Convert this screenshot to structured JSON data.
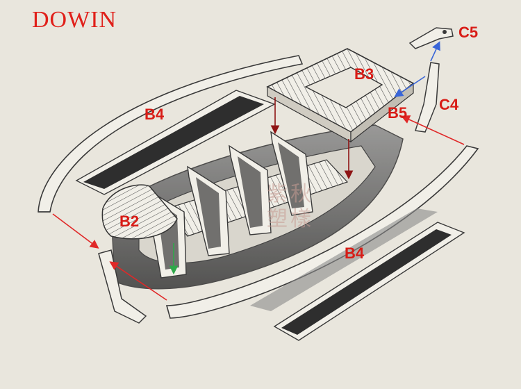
{
  "brand": "DOWIN",
  "labels": {
    "b4_top": "B4",
    "b3": "B3",
    "b5": "B5",
    "c5": "C5",
    "c4": "C4",
    "b2": "B2",
    "b4_bottom": "B4"
  },
  "watermark": "紫秋塑樣",
  "colors": {
    "background": "#e9e6dd",
    "label": "#d81c16",
    "brand": "#e0201a",
    "arrow_red": "#e02828",
    "arrow_blue": "#3a66d8",
    "arrow_green": "#2fa84a",
    "arrow_dark_red": "#8e1414",
    "outline": "#3a3a3a"
  },
  "icons": [
    "boat-hull",
    "seat-bench",
    "deck-frame",
    "stern-post",
    "tiller-piece",
    "gunwale-rail"
  ]
}
